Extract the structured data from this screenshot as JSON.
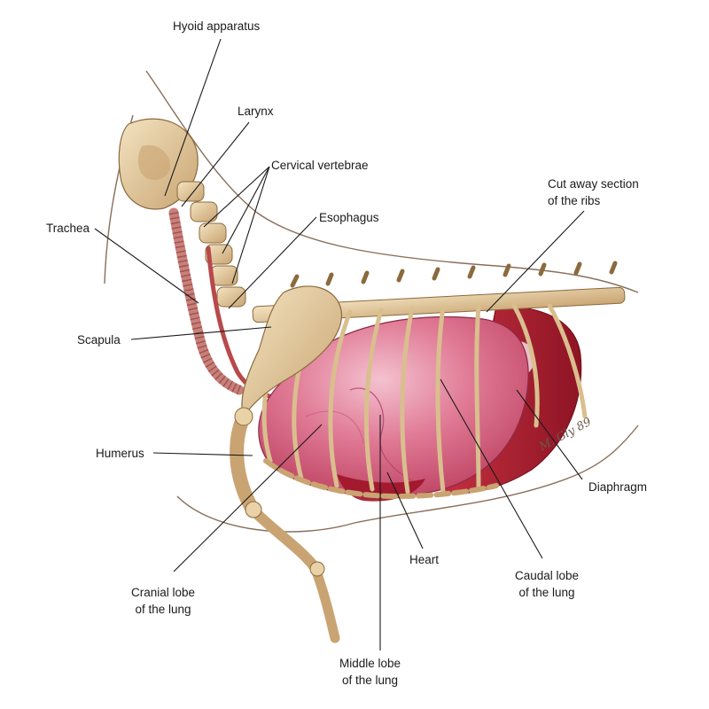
{
  "labels": {
    "hyoid": "Hyoid apparatus",
    "larynx": "Larynx",
    "cervical": "Cervical vertebrae",
    "cutaway_1": "Cut away section",
    "cutaway_2": "of the ribs",
    "esophagus": "Esophagus",
    "trachea": "Trachea",
    "scapula": "Scapula",
    "humerus": "Humerus",
    "diaphragm": "Diaphragm",
    "heart": "Heart",
    "cranial_1": "Cranial lobe",
    "cranial_2": "of the lung",
    "caudal_1": "Caudal lobe",
    "caudal_2": "of the lung",
    "middle_1": "Middle lobe",
    "middle_2": "of the lung"
  },
  "signature": "M. Gly 89",
  "colors": {
    "lung": "#d9607f",
    "lung_highlight": "#f2b8c8",
    "diaphragm": "#a81f30",
    "heart": "#9e1428",
    "bone": "#e8d2a6",
    "bone_shadow": "#b8935e",
    "trachea": "#c97f7a",
    "outline": "#8a6e5a",
    "leader": "#1a1a1a"
  }
}
